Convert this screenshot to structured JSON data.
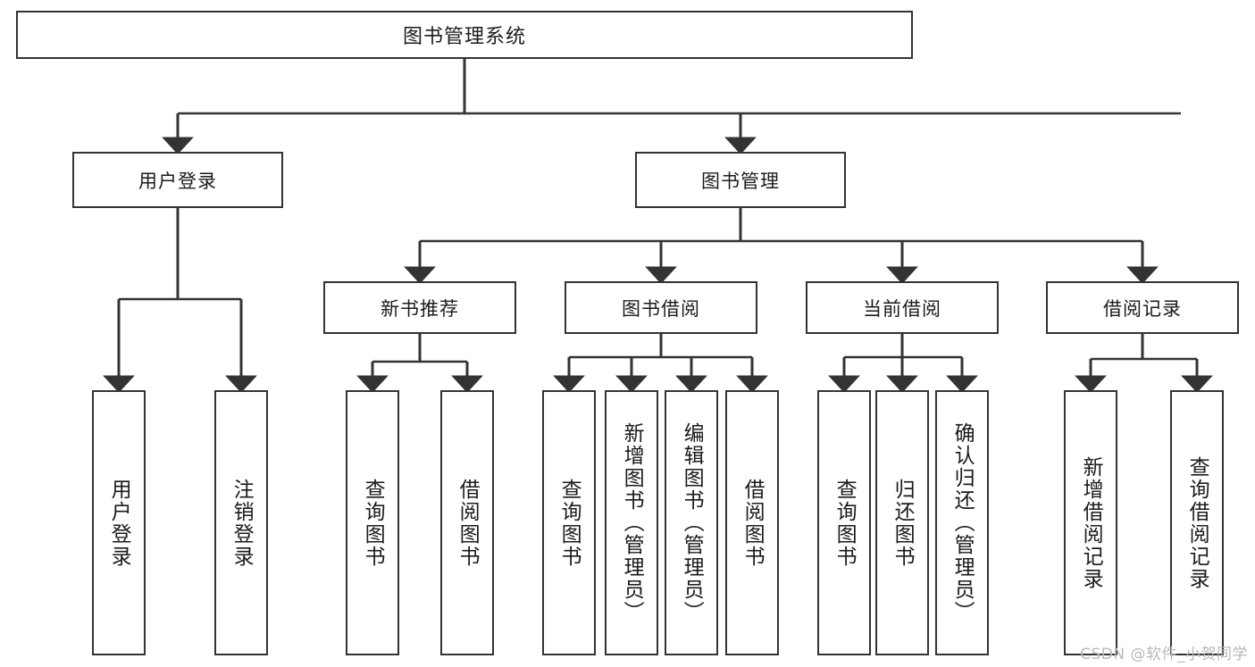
{
  "diagram": {
    "title": "图书管理系统",
    "watermark": "CSDN @软件_小贺同学",
    "colors": {
      "box_border": "#333333",
      "box_fill": "#ffffff",
      "wire": "#333333",
      "text": "#1b1b1b",
      "watermark": "#b9b9b9"
    },
    "root": {
      "label": "图书管理系统"
    },
    "level2": [
      {
        "label": "用户登录"
      },
      {
        "label": "图书管理"
      }
    ],
    "level3": [
      {
        "label": "新书推荐"
      },
      {
        "label": "图书借阅"
      },
      {
        "label": "当前借阅"
      },
      {
        "label": "借阅记录"
      }
    ],
    "leaves": {
      "user_login": [
        {
          "label": "用户登录"
        },
        {
          "label": "注销登录"
        }
      ],
      "new_book_recommend": [
        {
          "label": "查询图书"
        },
        {
          "label": "借阅图书"
        }
      ],
      "book_borrow": [
        {
          "label": "查询图书"
        },
        {
          "label": "新增图书（管理员）"
        },
        {
          "label": "编辑图书（管理员）"
        },
        {
          "label": "借阅图书"
        }
      ],
      "current_borrow": [
        {
          "label": "查询图书"
        },
        {
          "label": "归还图书"
        },
        {
          "label": "确认归还（管理员）"
        }
      ],
      "borrow_record": [
        {
          "label": "新增借阅记录"
        },
        {
          "label": "查询借阅记录"
        }
      ]
    }
  }
}
